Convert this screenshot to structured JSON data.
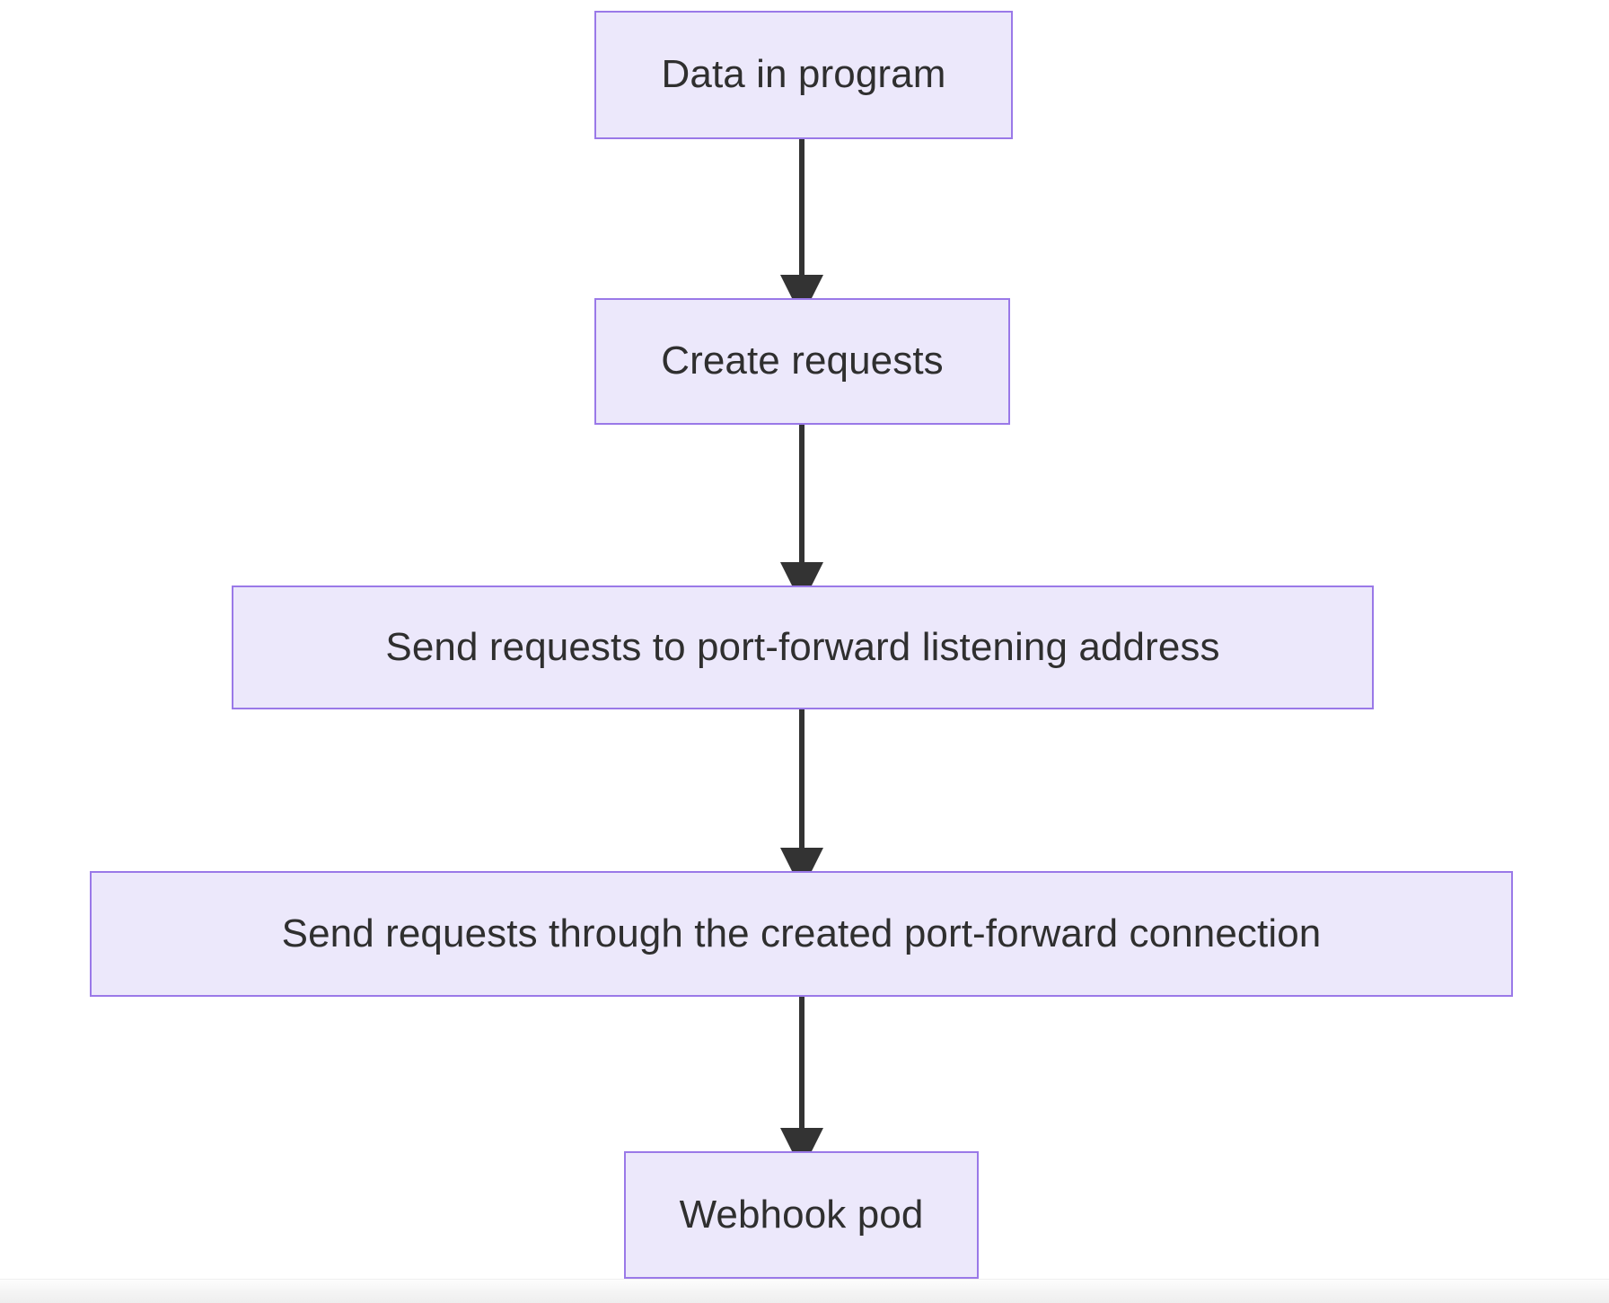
{
  "diagram": {
    "type": "flowchart",
    "direction": "top-to-bottom",
    "theme": {
      "node_fill": "#ece8fb",
      "node_border": "#9a79e8",
      "node_text": "#2f2f2f",
      "edge_color": "#333333",
      "background": "#ffffff"
    },
    "nodes": [
      {
        "id": "n1",
        "label": "Data in program"
      },
      {
        "id": "n2",
        "label": "Create requests"
      },
      {
        "id": "n3",
        "label": "Send requests to port-forward listening address"
      },
      {
        "id": "n4",
        "label": "Send requests through the created port-forward connection"
      },
      {
        "id": "n5",
        "label": "Webhook pod"
      }
    ],
    "edges": [
      {
        "from": "n1",
        "to": "n2",
        "label": "",
        "arrow": "arrowhead-down-icon"
      },
      {
        "from": "n2",
        "to": "n3",
        "label": "",
        "arrow": "arrowhead-down-icon"
      },
      {
        "from": "n3",
        "to": "n4",
        "label": "",
        "arrow": "arrowhead-down-icon"
      },
      {
        "from": "n4",
        "to": "n5",
        "label": "",
        "arrow": "arrowhead-down-icon"
      }
    ]
  }
}
